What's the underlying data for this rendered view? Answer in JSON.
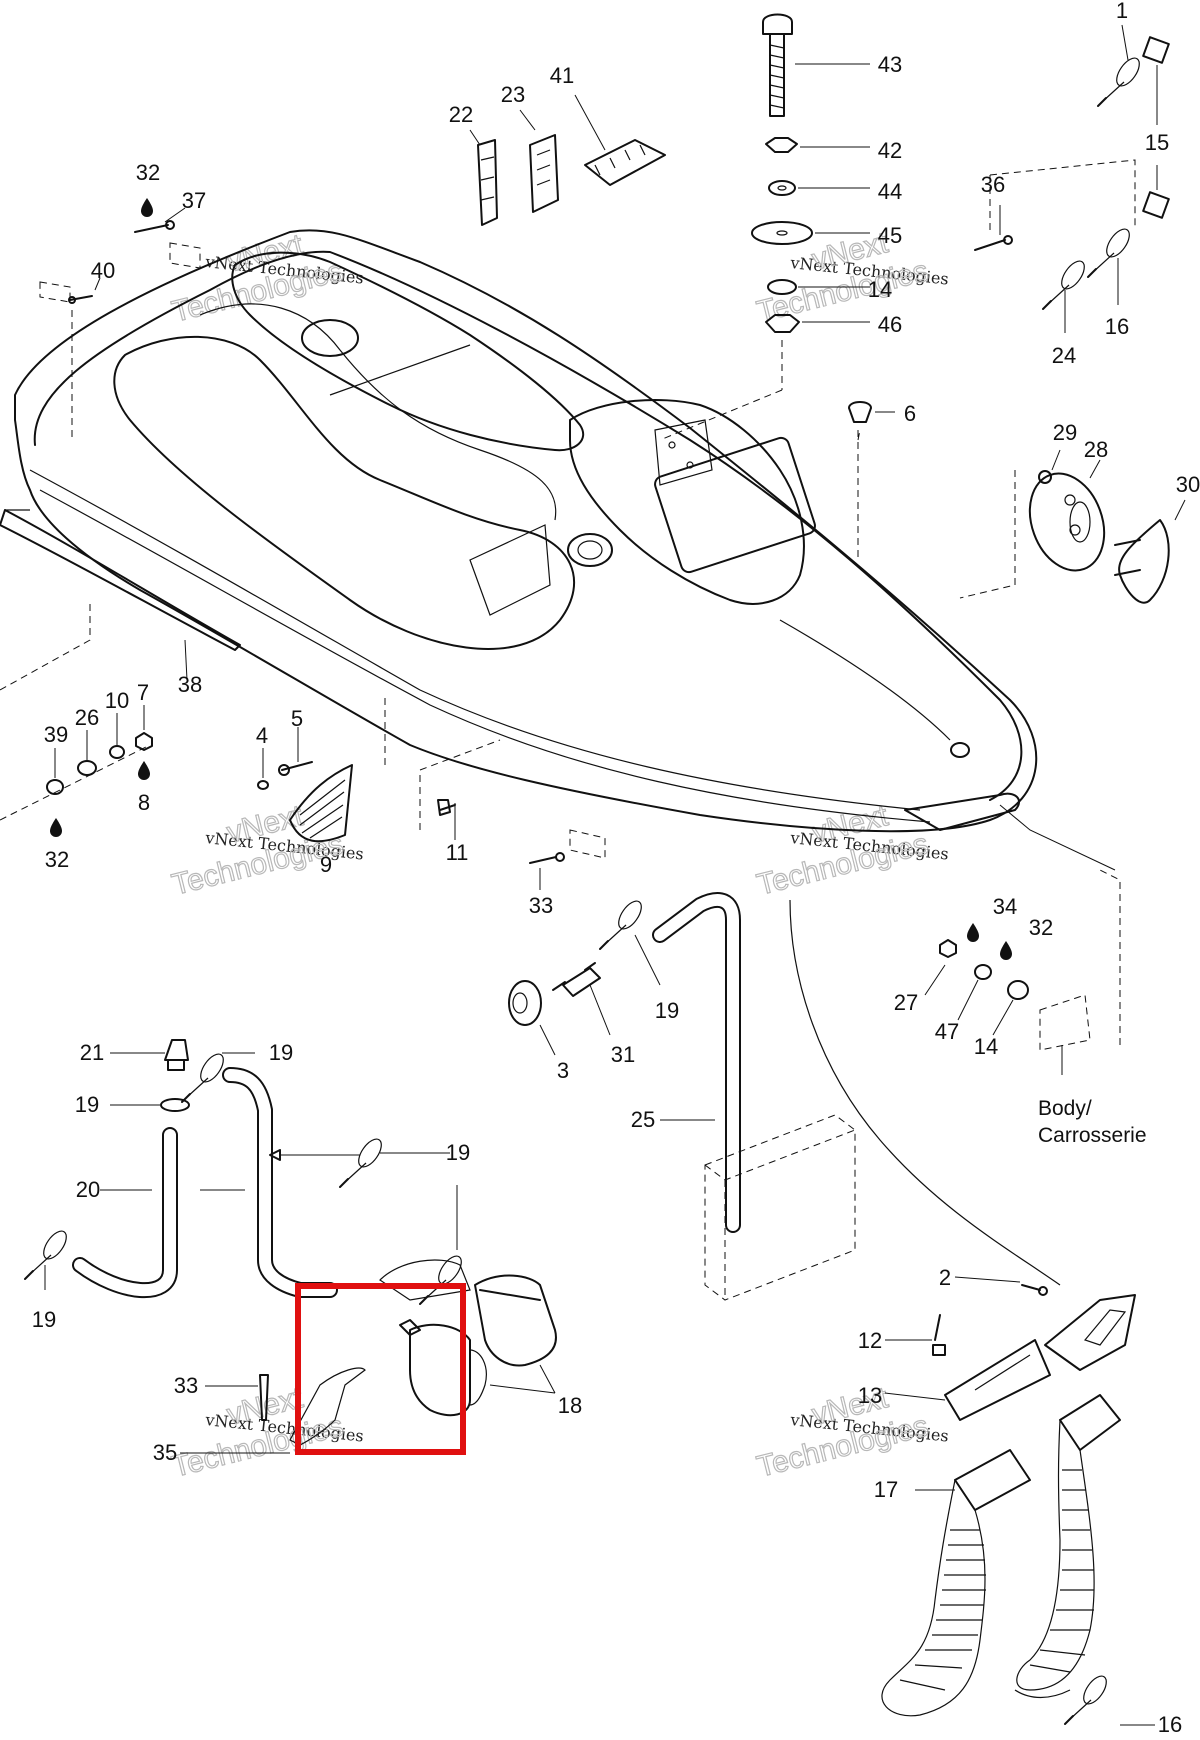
{
  "diagram": {
    "callouts": [
      "1",
      "15",
      "43",
      "42",
      "44",
      "45",
      "14",
      "46",
      "22",
      "23",
      "41",
      "32",
      "37",
      "40",
      "36",
      "16",
      "24",
      "6",
      "29",
      "28",
      "30",
      "38",
      "39",
      "26",
      "10",
      "7",
      "8",
      "32",
      "4",
      "5",
      "9",
      "11",
      "33",
      "34",
      "32",
      "19",
      "27",
      "47",
      "14",
      "3",
      "31",
      "21",
      "19",
      "19",
      "20",
      "19",
      "25",
      "19",
      "18",
      "2",
      "12",
      "13",
      "33",
      "35",
      "17",
      "16"
    ],
    "body_label_line1": "Body/",
    "body_label_line2": "Carrosserie",
    "watermark_company": "vNext Technologies",
    "watermark_big_1": "vNext",
    "watermark_big_2": "Technologies",
    "highlight_color": "#e01010"
  }
}
